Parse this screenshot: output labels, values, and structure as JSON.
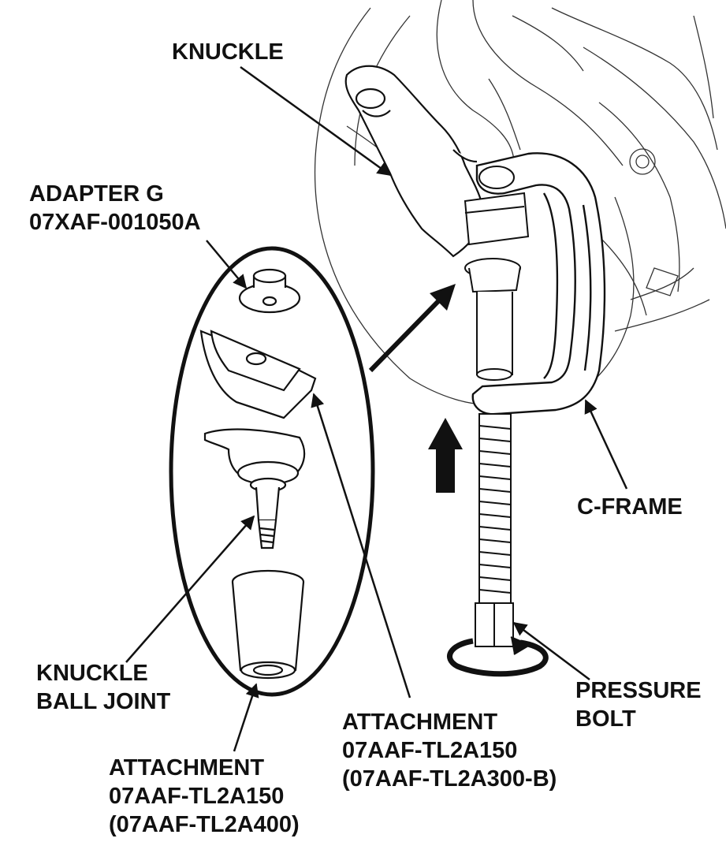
{
  "labels": {
    "knuckle": "KNUCKLE",
    "adapter_g": [
      "ADAPTER G",
      "07XAF-001050A"
    ],
    "c_frame": "C-FRAME",
    "knuckle_ball_joint": [
      "KNUCKLE",
      "BALL JOINT"
    ],
    "pressure_bolt": [
      "PRESSURE",
      "BOLT"
    ],
    "attachment_upper": [
      "ATTACHMENT",
      "07AAF-TL2A150",
      "(07AAF-TL2A300-B)"
    ],
    "attachment_lower": [
      "ATTACHMENT",
      "07AAF-TL2A150",
      "(07AAF-TL2A400)"
    ]
  },
  "colors": {
    "ink": "#111111",
    "paper": "#ffffff"
  },
  "icons": {
    "motion": "up-arrow-icon",
    "rotation": "rotation-arrow-icon",
    "assembly": "assembly-arrow-icon"
  }
}
